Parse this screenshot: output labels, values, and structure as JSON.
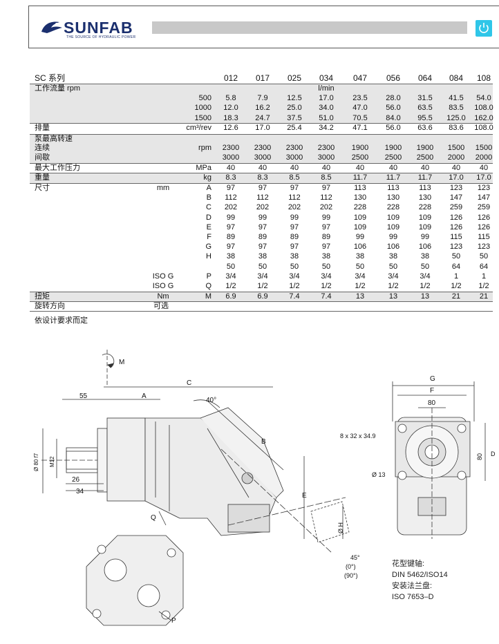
{
  "brand": {
    "name": "SUNFAB",
    "tagline": "THE SOURCE OF HYDRAULIC POWER"
  },
  "table": {
    "series_label": "SC 系列",
    "models": [
      "012",
      "017",
      "025",
      "034",
      "047",
      "056",
      "064",
      "084",
      "108"
    ],
    "rows": [
      {
        "label": "工作流量 rpm",
        "sub": "",
        "unit": "",
        "values": [
          "",
          "",
          "",
          "l/min",
          "",
          "",
          "",
          "",
          ""
        ],
        "shade": true,
        "key": "flow-head"
      },
      {
        "label": "",
        "sub": "",
        "unit": "500",
        "values": [
          "5.8",
          "7.9",
          "12.5",
          "17.0",
          "23.5",
          "28.0",
          "31.5",
          "41.5",
          "54.0"
        ],
        "shade": true,
        "key": "flow-500"
      },
      {
        "label": "",
        "sub": "",
        "unit": "1000",
        "values": [
          "12.0",
          "16.2",
          "25.0",
          "34.0",
          "47.0",
          "56.0",
          "63.5",
          "83.5",
          "108.0"
        ],
        "shade": true,
        "key": "flow-1000"
      },
      {
        "label": "",
        "sub": "",
        "unit": "1500",
        "values": [
          "18.3",
          "24.7",
          "37.5",
          "51.0",
          "70.5",
          "84.0",
          "95.5",
          "125.0",
          "162.0"
        ],
        "shade": true,
        "key": "flow-1500"
      },
      {
        "label": "排量",
        "sub": "",
        "unit": "cm³/rev",
        "values": [
          "12.6",
          "17.0",
          "25.4",
          "34.2",
          "47.1",
          "56.0",
          "63.6",
          "83.6",
          "108.0"
        ],
        "shade": false,
        "key": "displacement"
      },
      {
        "label": "泵最高转速",
        "sub": "",
        "unit": "",
        "values": [
          "",
          "",
          "",
          "",
          "",
          "",
          "",
          "",
          ""
        ],
        "shade": true,
        "key": "speed-head"
      },
      {
        "label": "连续",
        "sub": "",
        "unit": "rpm",
        "values": [
          "2300",
          "2300",
          "2300",
          "2300",
          "1900",
          "1900",
          "1900",
          "1500",
          "1500"
        ],
        "shade": true,
        "key": "speed-cont"
      },
      {
        "label": "间歇",
        "sub": "",
        "unit": "",
        "values": [
          "3000",
          "3000",
          "3000",
          "3000",
          "2500",
          "2500",
          "2500",
          "2000",
          "2000"
        ],
        "shade": true,
        "key": "speed-int"
      },
      {
        "label": "最大工作压力",
        "sub": "",
        "unit": "MPa",
        "values": [
          "40",
          "40",
          "40",
          "40",
          "40",
          "40",
          "40",
          "40",
          "40"
        ],
        "shade": false,
        "key": "pressure"
      },
      {
        "label": "重量",
        "sub": "",
        "unit": "kg",
        "values": [
          "8.3",
          "8.3",
          "8.5",
          "8.5",
          "11.7",
          "11.7",
          "11.7",
          "17.0",
          "17.0"
        ],
        "shade": true,
        "key": "weight"
      },
      {
        "label": "尺寸",
        "sub": "mm",
        "unit": "A",
        "values": [
          "97",
          "97",
          "97",
          "97",
          "113",
          "113",
          "113",
          "123",
          "123"
        ],
        "shade": false,
        "key": "dim-a"
      },
      {
        "label": "",
        "sub": "",
        "unit": "B",
        "values": [
          "112",
          "112",
          "112",
          "112",
          "130",
          "130",
          "130",
          "147",
          "147"
        ],
        "shade": false,
        "key": "dim-b"
      },
      {
        "label": "",
        "sub": "",
        "unit": "C",
        "values": [
          "202",
          "202",
          "202",
          "202",
          "228",
          "228",
          "228",
          "259",
          "259"
        ],
        "shade": false,
        "key": "dim-c"
      },
      {
        "label": "",
        "sub": "",
        "unit": "D",
        "values": [
          "99",
          "99",
          "99",
          "99",
          "109",
          "109",
          "109",
          "126",
          "126"
        ],
        "shade": false,
        "key": "dim-d"
      },
      {
        "label": "",
        "sub": "",
        "unit": "E",
        "values": [
          "97",
          "97",
          "97",
          "97",
          "109",
          "109",
          "109",
          "126",
          "126"
        ],
        "shade": false,
        "key": "dim-e"
      },
      {
        "label": "",
        "sub": "",
        "unit": "F",
        "values": [
          "89",
          "89",
          "89",
          "89",
          "99",
          "99",
          "99",
          "115",
          "115"
        ],
        "shade": false,
        "key": "dim-f"
      },
      {
        "label": "",
        "sub": "",
        "unit": "G",
        "values": [
          "97",
          "97",
          "97",
          "97",
          "106",
          "106",
          "106",
          "123",
          "123"
        ],
        "shade": false,
        "key": "dim-g"
      },
      {
        "label": "",
        "sub": "",
        "unit": "H",
        "values": [
          "38",
          "38",
          "38",
          "38",
          "38",
          "38",
          "38",
          "50",
          "50"
        ],
        "shade": false,
        "key": "dim-h"
      },
      {
        "label": "",
        "sub": "",
        "unit": "",
        "values": [
          "50",
          "50",
          "50",
          "50",
          "50",
          "50",
          "50",
          "64",
          "64"
        ],
        "shade": false,
        "key": "dim-h2"
      },
      {
        "label": "",
        "sub": "ISO G",
        "unit": "P",
        "values": [
          "3/4",
          "3/4",
          "3/4",
          "3/4",
          "3/4",
          "3/4",
          "3/4",
          "1",
          "1"
        ],
        "shade": false,
        "key": "port-p"
      },
      {
        "label": "",
        "sub": "ISO G",
        "unit": "Q",
        "values": [
          "1/2",
          "1/2",
          "1/2",
          "1/2",
          "1/2",
          "1/2",
          "1/2",
          "1/2",
          "1/2"
        ],
        "shade": false,
        "key": "port-q"
      },
      {
        "label": "扭矩",
        "sub": "Nm",
        "unit": "M",
        "values": [
          "6.9",
          "6.9",
          "7.4",
          "7.4",
          "13",
          "13",
          "13",
          "21",
          "21"
        ],
        "shade": true,
        "key": "torque"
      },
      {
        "label": "旋转方向",
        "sub": "可选",
        "unit": "",
        "values": [
          "",
          "",
          "",
          "",
          "",
          "",
          "",
          "",
          ""
        ],
        "shade": false,
        "key": "rotation"
      }
    ],
    "footnote": "依设计要求而定"
  },
  "drawing": {
    "labels": {
      "m": "M",
      "c": "C",
      "a": "A",
      "d55": "55",
      "angle40": "40°",
      "b": "B",
      "d80": "Ø 80 f7",
      "m12": "M12",
      "d26": "26",
      "d34": "34",
      "e": "E",
      "q": "Q",
      "h": "Ø H",
      "a45": "45°",
      "a0": "(0°)",
      "a90": "(90°)",
      "p": "P",
      "g": "G",
      "f": "F",
      "w80": "80",
      "spline": "8 x 32 x 34.9",
      "hole": "Ø 13",
      "h80": "80",
      "dd": "D"
    }
  },
  "notes": {
    "line1": "花型键轴:",
    "line2": "DIN 5462/ISO14",
    "line3": "安装法兰盘:",
    "line4": "ISO 7653–D"
  }
}
